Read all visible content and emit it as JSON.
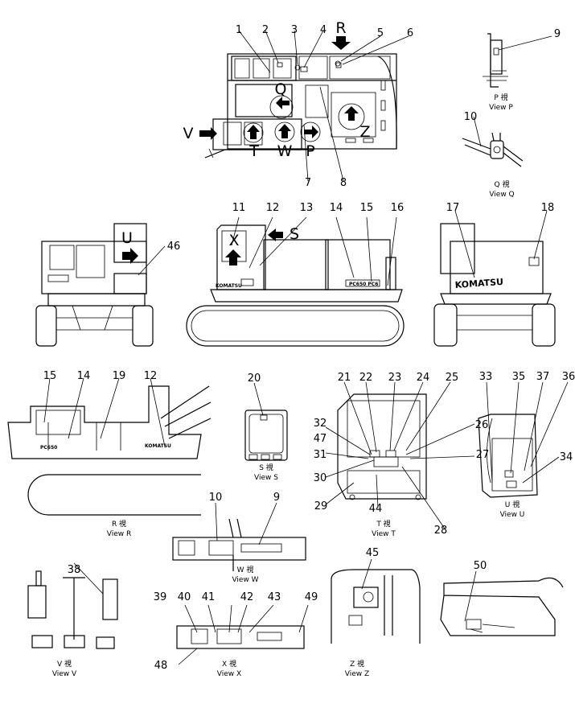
{
  "callouts": [
    "1",
    "2",
    "3",
    "4",
    "5",
    "6",
    "7",
    "8",
    "9",
    "10",
    "11",
    "12",
    "13",
    "14",
    "15",
    "16",
    "17",
    "18",
    "19",
    "20",
    "21",
    "22",
    "23",
    "24",
    "25",
    "26",
    "27",
    "28",
    "29",
    "30",
    "31",
    "32",
    "33",
    "34",
    "35",
    "36",
    "37",
    "38",
    "39",
    "40",
    "41",
    "42",
    "43",
    "44",
    "45",
    "46",
    "47",
    "48",
    "49",
    "50"
  ],
  "view_letters": [
    "R",
    "Q",
    "V",
    "T",
    "W",
    "P",
    "Z",
    "U",
    "X",
    "S"
  ],
  "captions": {
    "P": [
      "P 視",
      "View P"
    ],
    "Q": [
      "Q 視",
      "View Q"
    ],
    "S": [
      "S 視",
      "View S"
    ],
    "T": [
      "T 視",
      "View T"
    ],
    "U": [
      "U 視",
      "View U"
    ],
    "R": [
      "R 視",
      "View R"
    ],
    "W": [
      "W 視",
      "View W"
    ],
    "V": [
      "V 視",
      "View V"
    ],
    "X": [
      "X 視",
      "View X"
    ],
    "Z": [
      "Z 視",
      "View Z"
    ]
  },
  "plates": {
    "komatsu": "KOMATSU",
    "model": "PC650",
    "model_alt": "PC650 PC6"
  }
}
